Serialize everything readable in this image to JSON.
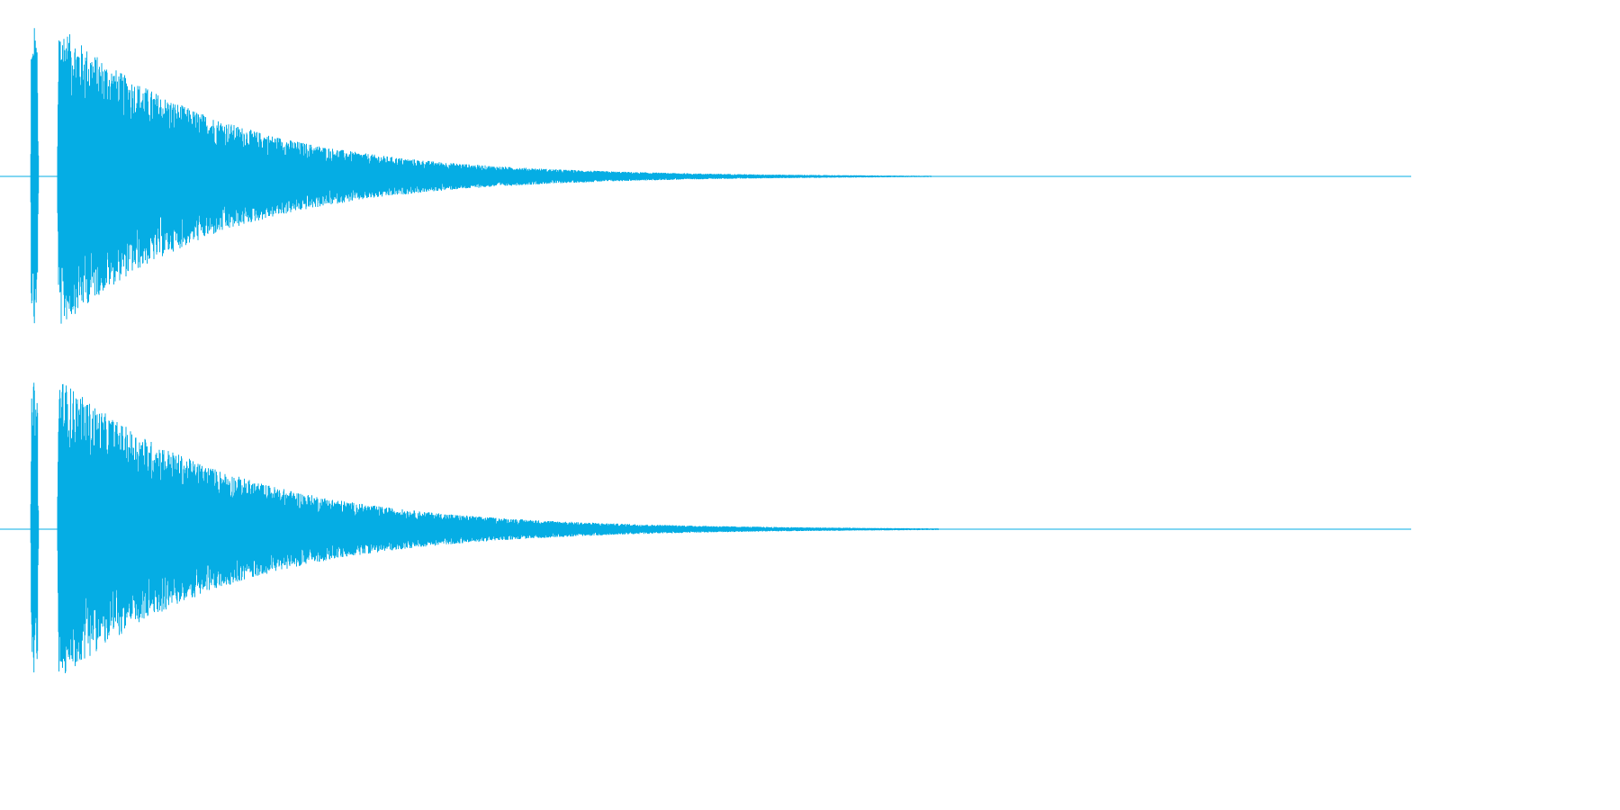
{
  "waveform": {
    "color": "#05ADE4",
    "background": "#FFFFFF",
    "channels": [
      {
        "name": "left",
        "bursts": [
          {
            "start": 0.0215,
            "end": 0.0275,
            "peak": 0.97
          },
          {
            "start": 0.0405,
            "end": 0.66,
            "peak": 0.96,
            "decay": 0.115
          }
        ]
      },
      {
        "name": "right",
        "bursts": [
          {
            "start": 0.0215,
            "end": 0.0275,
            "peak": 0.97
          },
          {
            "start": 0.0405,
            "end": 0.665,
            "peak": 0.96,
            "decay": 0.12
          }
        ]
      }
    ]
  }
}
